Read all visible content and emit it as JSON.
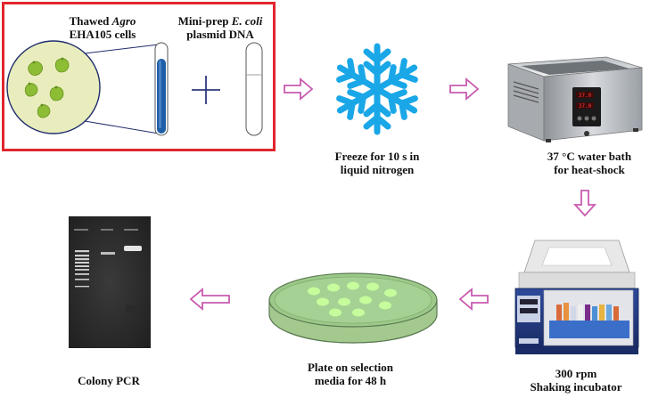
{
  "step1": {
    "cells_label_line1_a": "Thawed ",
    "cells_label_line1_b": "Agro",
    "cells_label_line2": "EHA105 cells",
    "dna_label_line1_a": "Mini-prep ",
    "dna_label_line1_b": "E. coli",
    "dna_label_line2": "plasmid DNA",
    "plus_symbol": "+"
  },
  "step2": {
    "line1": "Freeze for 10 s in",
    "line2": "liquid nitrogen"
  },
  "step3": {
    "line1": "37 °C water bath",
    "line2": "for heat-shock",
    "display_top": "37.0",
    "display_bottom": "37.0"
  },
  "step4": {
    "line1": "300 rpm",
    "line2": "Shaking incubator"
  },
  "step5": {
    "line1": "Plate on selection",
    "line2": "media for 48 h"
  },
  "step6": {
    "line1": "Colony PCR"
  },
  "colors": {
    "highlight_box": "#e0262d",
    "arrow": "#c85bb0",
    "tube_blue": "#1f5fa8",
    "snowflake": "#1aa7e8",
    "colony_green": "#a8f08c",
    "agar": "#9cc98a",
    "cell_green": "#8dbd35"
  },
  "icons": [
    "test-tube-icon",
    "snowflake-icon",
    "water-bath-icon",
    "incubator-icon",
    "petri-dish-icon",
    "gel-image-icon",
    "process-arrow-icon"
  ]
}
